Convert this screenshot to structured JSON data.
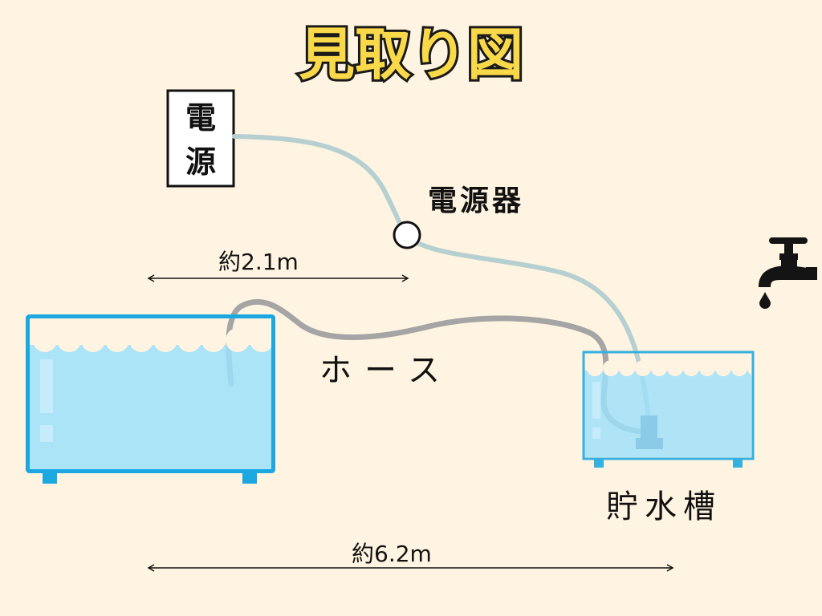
{
  "title": "見取り図",
  "power_source": {
    "line1": "電",
    "line2": "源"
  },
  "power_unit_label": "電源器",
  "hose_label": "ホース",
  "reservoir_label": "貯水槽",
  "distance_short": "約2.1m",
  "distance_long": "約6.2m",
  "colors": {
    "background": "#fff4e1",
    "title_fill": "#f9d94a",
    "tank_border": "#1ba8e0",
    "water": "#9ce0fa",
    "hose": "#a5a5a5",
    "power_cord": "#b6cfd0"
  },
  "icons": [
    "faucet-icon",
    "water-drop-icon"
  ]
}
